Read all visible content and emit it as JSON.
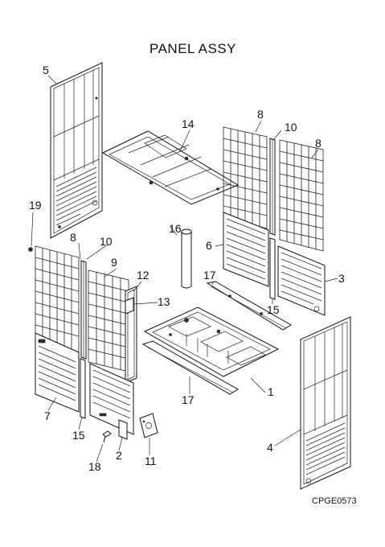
{
  "title": "PANEL ASSY",
  "drawing_code": "CPGE0573",
  "callouts": {
    "c1": "1",
    "c2": "2",
    "c3": "3",
    "c4": "4",
    "c5": "5",
    "c6": "6",
    "c7": "7",
    "c8a": "8",
    "c8b": "8",
    "c8c": "8",
    "c9": "9",
    "c10a": "10",
    "c10b": "10",
    "c11": "11",
    "c12": "12",
    "c13": "13",
    "c14": "14",
    "c15a": "15",
    "c15b": "15",
    "c16": "16",
    "c17a": "17",
    "c17b": "17",
    "c18": "18",
    "c19": "19"
  }
}
